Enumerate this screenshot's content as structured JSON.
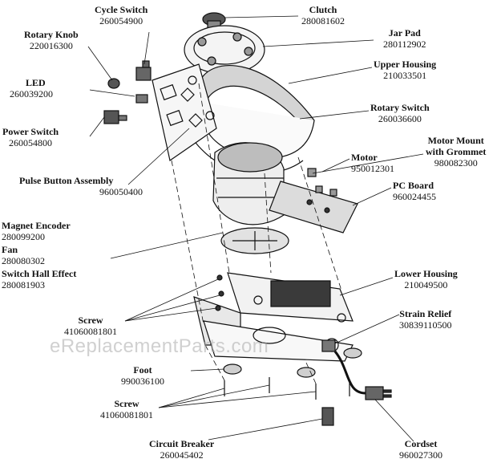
{
  "watermark": "eReplacementParts.com",
  "parts": {
    "cycle_switch": {
      "name": "Cycle Switch",
      "pn": "260054900"
    },
    "rotary_knob": {
      "name": "Rotary Knob",
      "pn": "220016300"
    },
    "led": {
      "name": "LED",
      "pn": "260039200"
    },
    "power_switch": {
      "name": "Power Switch",
      "pn": "260054800"
    },
    "pulse_button": {
      "name": "Pulse Button Assembly",
      "pn": "960050400"
    },
    "magnet_encoder": {
      "name": "Magnet Encoder",
      "pn": "280099200"
    },
    "fan": {
      "name": "Fan",
      "pn": "280080302"
    },
    "switch_hall": {
      "name": "Switch Hall Effect",
      "pn": "280081903"
    },
    "screw_upper": {
      "name": "Screw",
      "pn": "41060081801"
    },
    "foot": {
      "name": "Foot",
      "pn": "990036100"
    },
    "screw_lower": {
      "name": "Screw",
      "pn": "41060081801"
    },
    "circuit_breaker": {
      "name": "Circuit Breaker",
      "pn": "260045402"
    },
    "clutch": {
      "name": "Clutch",
      "pn": "280081602"
    },
    "jar_pad": {
      "name": "Jar Pad",
      "pn": "280112902"
    },
    "upper_housing": {
      "name": "Upper Housing",
      "pn": "210033501"
    },
    "rotary_switch": {
      "name": "Rotary Switch",
      "pn": "260036600"
    },
    "motor_mount": {
      "name_line1": "Motor Mount",
      "name_line2": "with Grommet",
      "pn": "980082300"
    },
    "motor": {
      "name": "Motor",
      "pn": "950012301"
    },
    "pc_board": {
      "name": "PC Board",
      "pn": "960024455"
    },
    "lower_housing": {
      "name": "Lower Housing",
      "pn": "210049500"
    },
    "strain_relief": {
      "name": "Strain Relief",
      "pn": "30839110500"
    },
    "cordset": {
      "name": "Cordset",
      "pn": "960027300"
    }
  }
}
